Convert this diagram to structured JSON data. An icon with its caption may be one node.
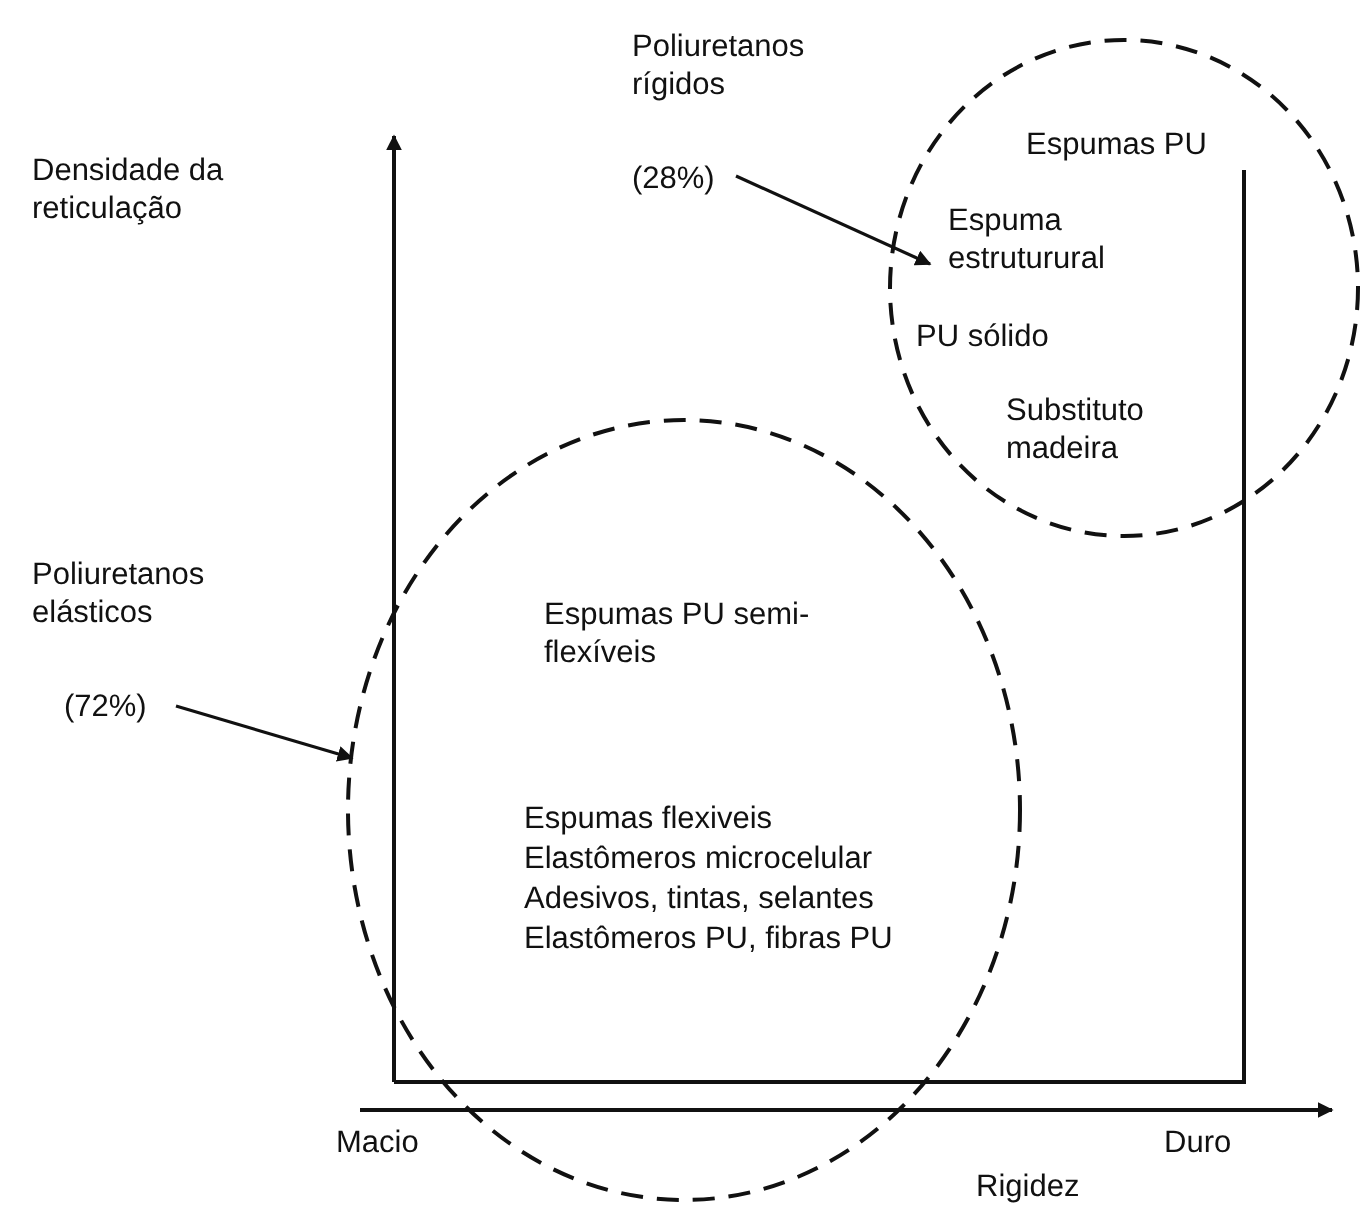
{
  "diagram": {
    "nodes": [
      {
        "text": [
          "Poliuretanos elásticos",
          "(72%)"
        ]
      },
      {
        "text": [
          "Espumas PU semi-flexíveis",
          "Espumas flexiveis",
          "Elastômeros microcelular",
          "Adesivos, tintas, selantes",
          "Elastômeros PU, fibras PU"
        ]
      },
      {
        "text": [
          "Poliuretanos rígidos",
          "(28%)"
        ]
      },
      {
        "text": [
          "Espumas PU",
          "Espuma estruturural",
          "PU sólido",
          "Substituto madeira"
        ]
      }
    ],
    "edges": [
      {
        "from": 0,
        "to": 1,
        "arrow": "to"
      },
      {
        "from": 2,
        "to": 3,
        "arrow": "to"
      }
    ],
    "labels": [
      "Densidade da reticulação",
      "Macio",
      "Duro",
      "Rigidez"
    ]
  }
}
